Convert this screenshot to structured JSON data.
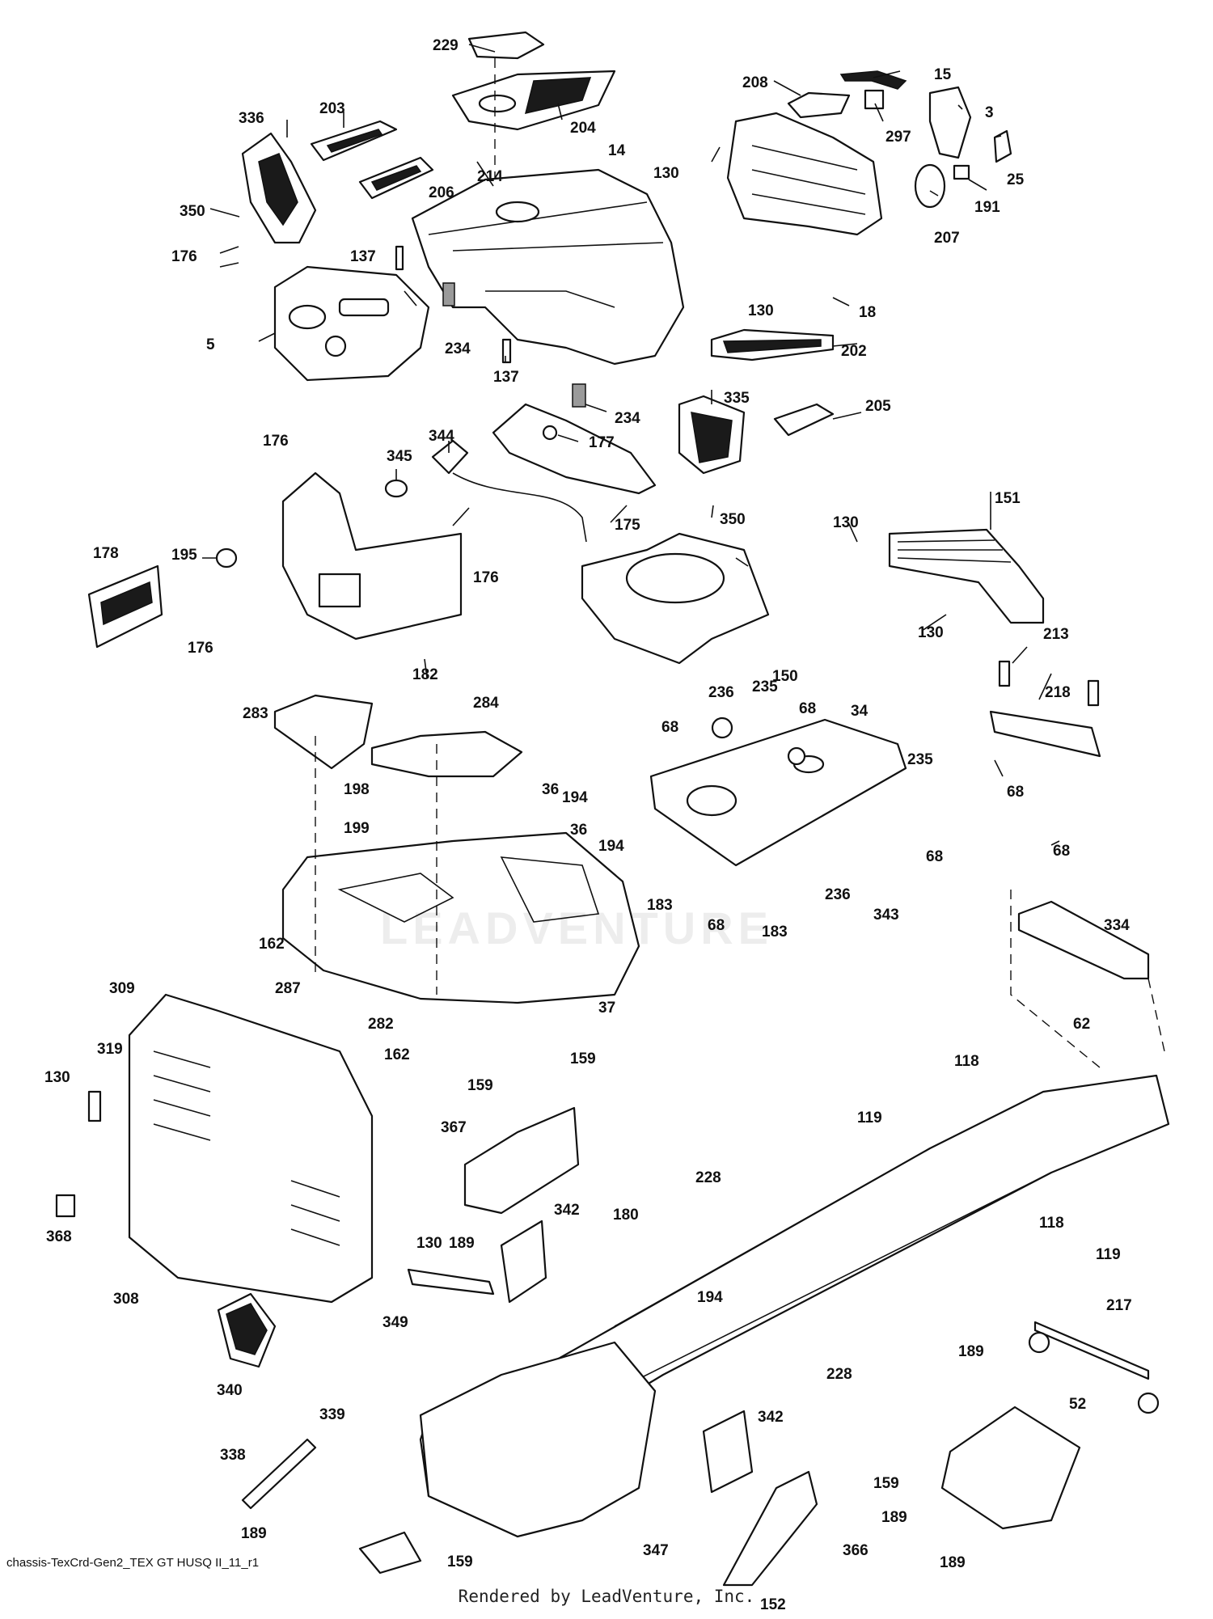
{
  "diagram": {
    "callouts": [
      "229",
      "336",
      "203",
      "204",
      "214",
      "206",
      "14",
      "350",
      "137",
      "176",
      "5",
      "234",
      "137",
      "208",
      "15",
      "3",
      "297",
      "130",
      "25",
      "207",
      "191",
      "130",
      "18",
      "202",
      "234",
      "335",
      "205",
      "177",
      "344",
      "345",
      "176",
      "175",
      "350",
      "178",
      "195",
      "176",
      "176",
      "182",
      "151",
      "130",
      "130",
      "150",
      "213",
      "218",
      "68",
      "68",
      "283",
      "284",
      "236",
      "235",
      "68",
      "34",
      "235",
      "68",
      "198",
      "36",
      "194",
      "199",
      "36",
      "194",
      "68",
      "183",
      "68",
      "183",
      "236",
      "343",
      "162",
      "287",
      "282",
      "162",
      "37",
      "309",
      "319",
      "130",
      "368",
      "308",
      "159",
      "159",
      "367",
      "119",
      "118",
      "228",
      "342",
      "180",
      "130",
      "189",
      "349",
      "194",
      "340",
      "339",
      "338",
      "228",
      "118",
      "119",
      "334",
      "62",
      "217",
      "189",
      "52",
      "342",
      "159",
      "189",
      "189",
      "347",
      "159",
      "366",
      "152",
      "189"
    ]
  },
  "footer": {
    "code": "chassis-TexCrd-Gen2_TEX GT HUSQ II_11_r1",
    "rendered_by": "Rendered by LeadVenture, Inc."
  }
}
